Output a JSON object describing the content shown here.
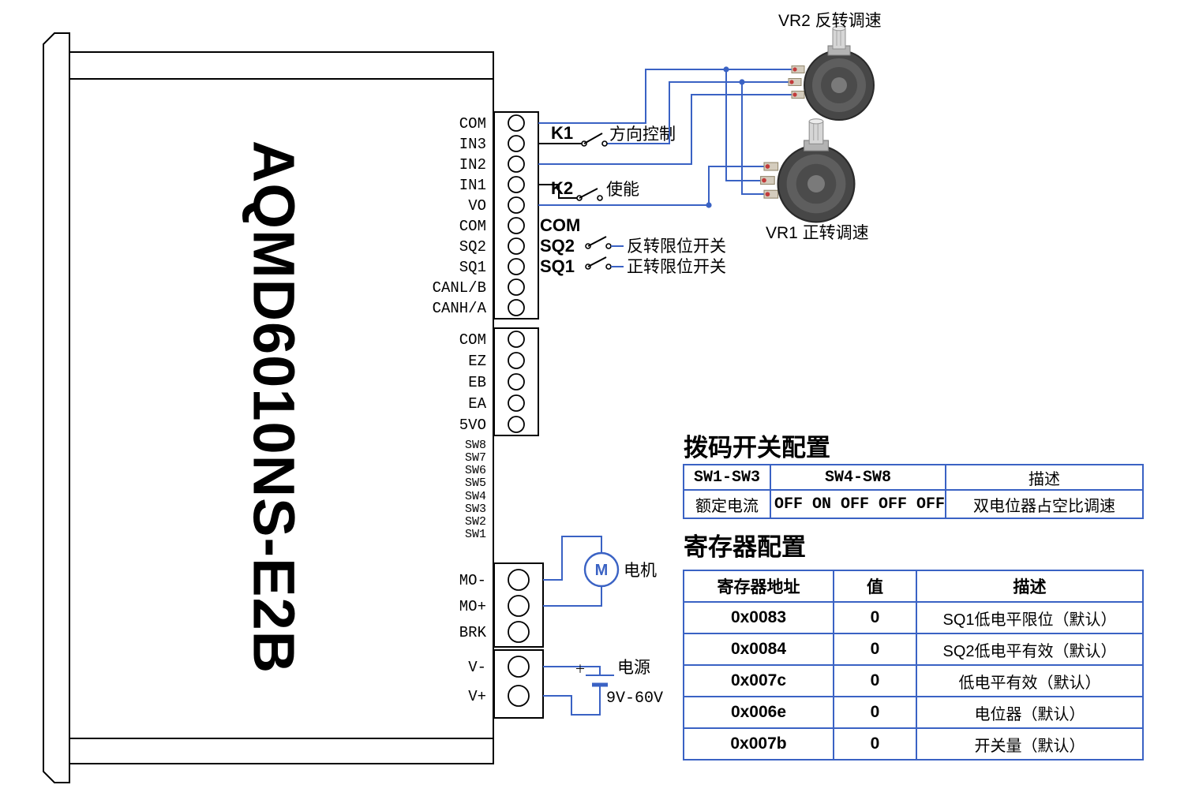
{
  "device": {
    "model": "AQMD6010NS-E2B"
  },
  "pins": {
    "io": [
      "COM",
      "IN3",
      "IN2",
      "IN1",
      "VO",
      "COM",
      "SQ2",
      "SQ1",
      "CANL/B",
      "CANH/A"
    ],
    "encoder": [
      "COM",
      "EZ",
      "EB",
      "EA",
      "5VO"
    ],
    "dip": [
      "SW8",
      "SW7",
      "SW6",
      "SW5",
      "SW4",
      "SW3",
      "SW2",
      "SW1"
    ],
    "motor": [
      "MO-",
      "MO+",
      "BRK"
    ],
    "power": [
      "V-",
      "V+"
    ]
  },
  "labels": {
    "k1": "K1",
    "k1_desc": "方向控制",
    "k2": "K2",
    "k2_desc": "使能",
    "com": "COM",
    "sq2": "SQ2",
    "sq2_desc": "反转限位开关",
    "sq1": "SQ1",
    "sq1_desc": "正转限位开关",
    "vr2": "VR2 反转调速",
    "vr1": "VR1 正转调速",
    "motor_symbol": "M",
    "motor": "电机",
    "power": "电源",
    "power_range": "9V-60V",
    "plus": "＋"
  },
  "dip_table": {
    "title": "拨码开关配置",
    "headers": [
      "SW1-SW3",
      "SW4-SW8",
      "描述"
    ],
    "rows": [
      [
        "额定电流",
        "OFF ON OFF OFF OFF",
        "双电位器占空比调速"
      ]
    ]
  },
  "register_table": {
    "title": "寄存器配置",
    "headers": [
      "寄存器地址",
      "值",
      "描述"
    ],
    "rows": [
      [
        "0x0083",
        "0",
        "SQ1低电平限位（默认）"
      ],
      [
        "0x0084",
        "0",
        "SQ2低电平有效（默认）"
      ],
      [
        "0x007c",
        "0",
        "低电平有效（默认）"
      ],
      [
        "0x006e",
        "0",
        "电位器（默认）"
      ],
      [
        "0x007b",
        "0",
        "开关量（默认）"
      ]
    ]
  },
  "colors": {
    "wire": "#3a62c4",
    "table_border": "#3a62c4"
  }
}
